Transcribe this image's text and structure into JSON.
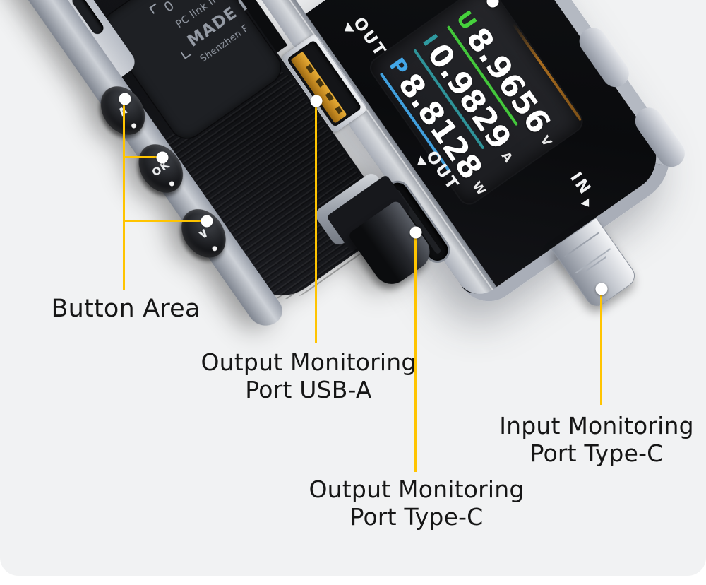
{
  "background": {
    "canvas_color": "#f1f2f3",
    "page_color": "#ffffff"
  },
  "accent": {
    "callout_color": "#ffc400",
    "dot_color": "#ffffff"
  },
  "display": {
    "rows": [
      {
        "prefix": "U",
        "value": "8.9656",
        "unit": "V",
        "color": "#46d13c"
      },
      {
        "prefix": "I",
        "value": "0.9829",
        "unit": "A",
        "color": "#2f9aa0"
      },
      {
        "prefix": "P",
        "value": "8.8128",
        "unit": "W",
        "color": "#42a6e8"
      }
    ],
    "top_bar_color": "#a86c1f"
  },
  "device_front": {
    "out_label_top": "OUT",
    "out_label_bottom": "OUT",
    "in_label": "IN"
  },
  "device_back": {
    "line_serial": "0",
    "line_pclink": "PC link II",
    "line_made": "MADE I",
    "line_city": "Shenzhen F",
    "buttons": {
      "up": "∧",
      "ok": "OK",
      "down": "∨"
    }
  },
  "callouts": {
    "button_area": {
      "label": "Button Area"
    },
    "usb_a": {
      "label_line1": "Output Monitoring",
      "label_line2": "Port USB-A"
    },
    "type_c_out": {
      "label_line1": "Output Monitoring",
      "label_line2": "Port Type-C"
    },
    "type_c_in": {
      "label_line1": "Input Monitoring",
      "label_line2": "Port Type-C"
    }
  }
}
